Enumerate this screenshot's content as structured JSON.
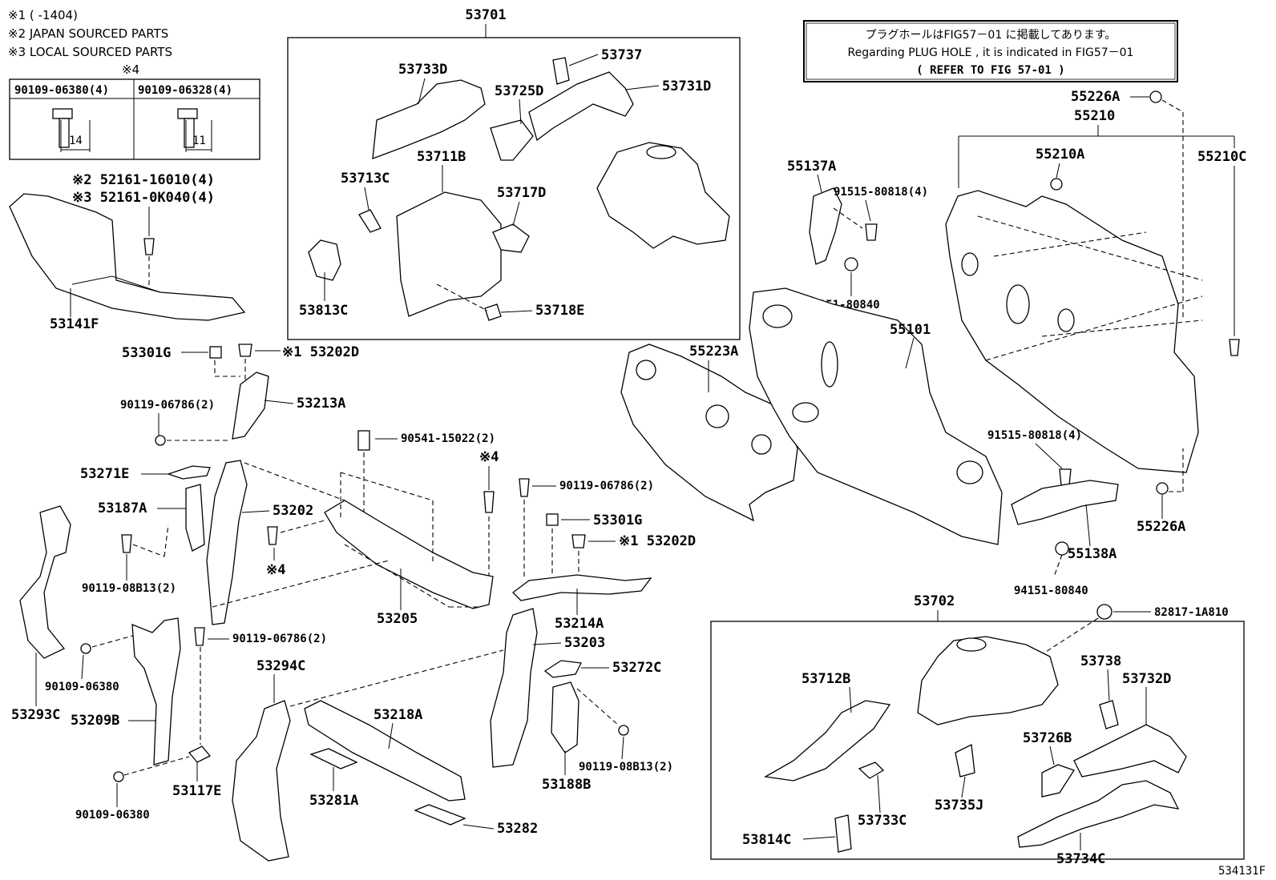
{
  "notes": {
    "n1": "※1 (      -1404)",
    "n2": "※2 JAPAN SOURCED PARTS",
    "n3": "※3 LOCAL SOURCED PARTS",
    "n4": "※4"
  },
  "bolt_table": {
    "col1_part": "90109-06380(4)",
    "col2_part": "90109-06328(4)",
    "col1_dim": "14",
    "col2_dim": "11"
  },
  "info_box": {
    "line1": "プラグホールはFIG57－01 に掲載してあります。",
    "line2": "Regarding PLUG HOLE , it is indicated in FIG57－01",
    "line3": "( REFER TO FIG 57-01 )"
  },
  "labels": {
    "p53701": "53701",
    "p53733D": "53733D",
    "p53737": "53737",
    "p53725D": "53725D",
    "p53731D": "53731D",
    "p53711B": "53711B",
    "p53713C": "53713C",
    "p53717D": "53717D",
    "p53813C": "53813C",
    "p53718E": "53718E",
    "p52161a": "※2 52161-16010(4)",
    "p52161b": "※3 52161-0K040(4)",
    "p53141F": "53141F",
    "p53301G_a": "53301G",
    "p53202D_a": "※1 53202D",
    "p90119_06786_a": "90119-06786(2)",
    "p53213A": "53213A",
    "p90541": "90541-15022(2)",
    "p_x4_a": "※4",
    "p53271E": "53271E",
    "p53187A": "53187A",
    "p53202": "53202",
    "p90119_08B13_a": "90119-08B13(2)",
    "p_x4_b": "※4",
    "p53205": "53205",
    "p90119_06786_b": "90119-06786(2)",
    "p53301G_b": "53301G",
    "p53202D_b": "※1 53202D",
    "p53214A": "53214A",
    "p90119_06786_c": "90119-06786(2)",
    "p90109_06380_a": "90109-06380",
    "p53293C": "53293C",
    "p53209B": "53209B",
    "p53294C": "53294C",
    "p53203": "53203",
    "p53272C": "53272C",
    "p53218A": "53218A",
    "p90119_08B13_b": "90119-08B13(2)",
    "p53188B": "53188B",
    "p53281A": "53281A",
    "p53117E": "53117E",
    "p90109_06380_b": "90109-06380",
    "p53282": "53282",
    "p55226A_a": "55226A",
    "p55210": "55210",
    "p55210A": "55210A",
    "p55210C": "55210C",
    "p55137A": "55137A",
    "p91515_a": "91515-80818(4)",
    "p94151_a": "94151-80840",
    "p55223A": "55223A",
    "p55101": "55101",
    "p91515_b": "91515-80818(4)",
    "p55226A_b": "55226A",
    "p55138A": "55138A",
    "p94151_b": "94151-80840",
    "p53702": "53702",
    "p82817": "82817-1A810",
    "p53738": "53738",
    "p53732D": "53732D",
    "p53712B": "53712B",
    "p53726B": "53726B",
    "p53733C": "53733C",
    "p53735J": "53735J",
    "p53814C": "53814C",
    "p53734C": "53734C",
    "figure_id": "534131F"
  }
}
